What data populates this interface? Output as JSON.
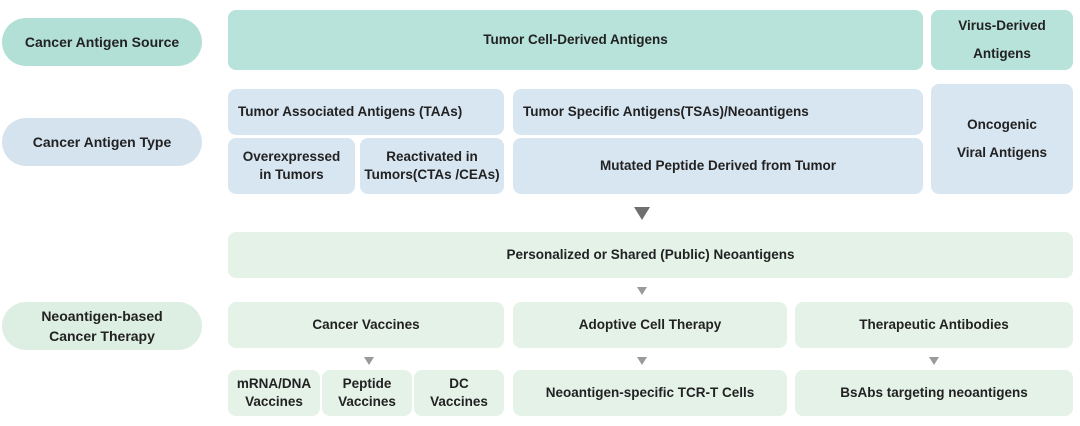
{
  "rows": {
    "source_label": "Cancer Antigen Source",
    "type_label": "Cancer Antigen Type",
    "therapy_label": "Neoantigen-based\nCancer Therapy"
  },
  "source": {
    "tumor_cell_derived": "Tumor Cell-Derived Antigens",
    "virus_derived": "Virus-Derived\nAntigens"
  },
  "types": {
    "taa": "Tumor Associated Antigens (TAAs)",
    "tsa": "Tumor Specific Antigens(TSAs)/Neoantigens",
    "oncogenic": "Oncogenic\nViral Antigens",
    "overexpressed": "Overexpressed\nin Tumors",
    "reactivated": "Reactivated in\nTumors(CTAs /CEAs)",
    "mutated": "Mutated Peptide Derived from Tumor"
  },
  "neoantigens": "Personalized or Shared (Public) Neoantigens",
  "therapy": {
    "vaccines": "Cancer Vaccines",
    "act": "Adoptive Cell Therapy",
    "antibodies": "Therapeutic Antibodies",
    "mrna": "mRNA/DNA\nVaccines",
    "peptide": "Peptide\nVaccines",
    "dc": "DC\nVaccines",
    "tcr": "Neoantigen-specific TCR-T Cells",
    "bsabs": "BsAbs targeting neoantigens"
  },
  "colors": {
    "source_fill": "#b7e3da",
    "type_fill": "#d8e6f1",
    "therapy_fill": "#e4f2e8",
    "arrow": "#6f6f6f"
  }
}
